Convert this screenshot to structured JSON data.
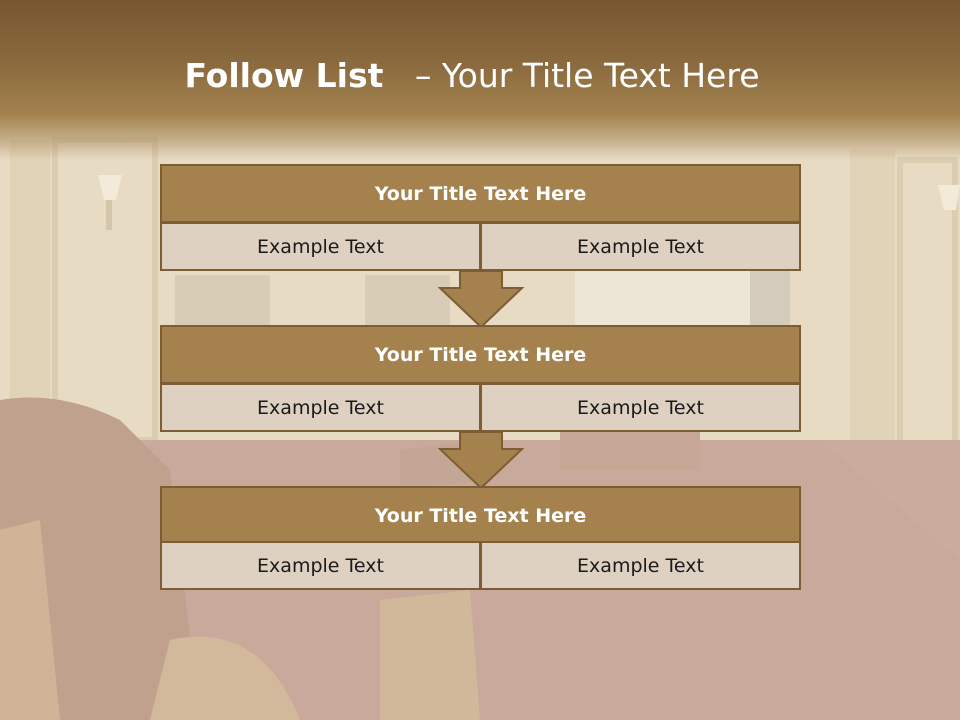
{
  "slide": {
    "title_bold": "Follow List",
    "title_rest": "– Your Title Text Here"
  },
  "blocks": [
    {
      "title": "Your Title Text Here",
      "left_text": "Example Text",
      "right_text": "Example Text"
    },
    {
      "title": "Your Title Text Here",
      "left_text": "Example Text",
      "right_text": "Example Text"
    },
    {
      "title": "Your Title Text Here",
      "left_text": "Example Text",
      "right_text": "Example Text"
    }
  ],
  "colors": {
    "header_fill": "#a5824d",
    "border": "#7d5e34",
    "cell_fill": "#dfd1c2",
    "title_band": "#8a6a3e"
  }
}
